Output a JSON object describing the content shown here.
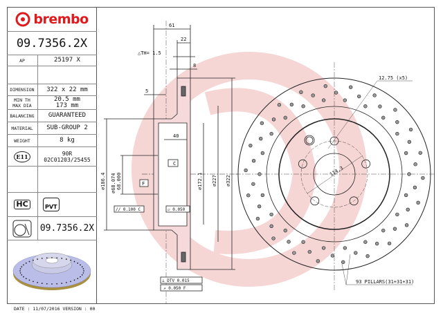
{
  "brand": "brembo",
  "part_number": "09.7356.2X",
  "specs": {
    "ap_label": "AP",
    "ap_value": "25197 X",
    "dimension_label": "DIMENSION",
    "dimension_value": "322 x 22 mm",
    "min_th_label": "MIN TH",
    "min_th_value": "20.5 mm",
    "max_dia_label": "MAX DIA",
    "max_dia_value": "173 mm",
    "balancing_label": "BALANCING",
    "balancing_value": "GUARANTEED",
    "material_label": "MATERIAL",
    "material_value": "SUB-GROUP 2",
    "weight_label": "WEIGHT",
    "weight_value": "8 kg",
    "e11_label": "E11",
    "ece_line1": "90R",
    "ece_line2": "02C01203/25455",
    "hc_label": "HC",
    "pvt_label": "PVT",
    "part_number_repeat": "09.7356.2X"
  },
  "footer": {
    "date": "DATE : 11/07/2016 VERSION : 00"
  },
  "dims": {
    "d61": "61",
    "d22": "22",
    "dth": "△TH= 1.5",
    "d8": "8",
    "d5": "5",
    "d40": "40",
    "d186": "∅186.4",
    "d68a": "∅68.074",
    "d68b": "68.000",
    "d172": "∅172.1",
    "d227": "∅227",
    "d322": "∅322",
    "datum_c": "C",
    "datum_f": "F",
    "tol_parallel": "// 0.100 C",
    "tol_flat": "▱ 0.050",
    "tol_dtv": "⊥ DTV 0.015",
    "tol_runout": "↗ 0.050 F",
    "bolt_pcd": "114.3",
    "bolt_holes": "12.75 (x5)",
    "pillars": "93 PILLARS(31+31+31)"
  },
  "colors": {
    "brand_red": "#e0191d",
    "watermark": "#f3c7c8",
    "disc": "#b9bde8"
  }
}
